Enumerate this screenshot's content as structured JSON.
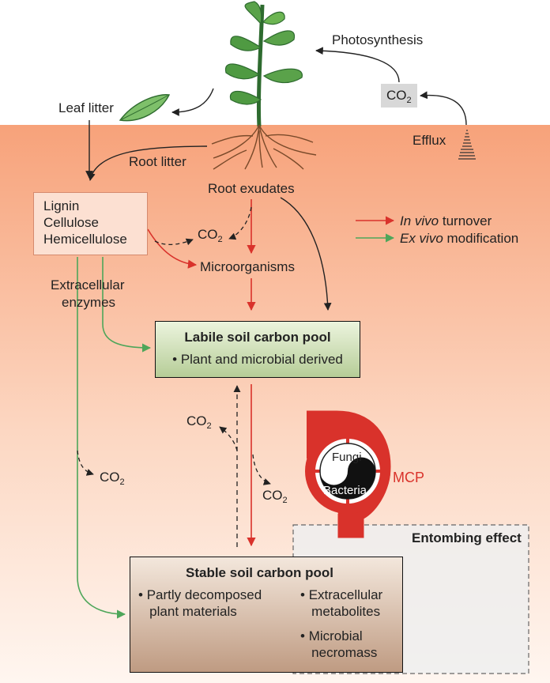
{
  "photosynthesis": "Photosynthesis",
  "co2_atm": {
    "main": "CO",
    "sub": "2"
  },
  "efflux": "Efflux",
  "leaf_litter": "Leaf litter",
  "root_litter": "Root litter",
  "root_exudates": "Root exudates",
  "lignin_box": [
    "Lignin",
    "Cellulose",
    "Hemicellulose"
  ],
  "co2_micro": {
    "main": "CO",
    "sub": "2"
  },
  "microorganisms": "Microorganisms",
  "extracellular_enzymes": [
    "Extracellular",
    "enzymes"
  ],
  "legend": {
    "in_vivo": {
      "italic": "In vivo",
      "rest": " turnover",
      "color": "#d9322b"
    },
    "ex_vivo": {
      "italic": "Ex vivo",
      "rest": " modification",
      "color": "#4ea65a"
    }
  },
  "labile_pool": {
    "title": "Labile soil carbon pool",
    "bullet": "Plant and microbial derived"
  },
  "co2_labile": {
    "main": "CO",
    "sub": "2"
  },
  "co2_left": {
    "main": "CO",
    "sub": "2"
  },
  "co2_stable": {
    "main": "CO",
    "sub": "2"
  },
  "mcp": {
    "label": "MCP",
    "fungi": "Fungi",
    "bacteria": "Bacteria",
    "color": "#d9322b"
  },
  "entombing_effect": "Entombing effect",
  "stable_pool": {
    "title": "Stable soil carbon pool",
    "bullets_left": [
      "Partly decomposed",
      "plant materials"
    ],
    "bullets_right_1": [
      "Extracellular",
      "metabolites"
    ],
    "bullets_right_2": [
      "Microbial",
      "necromass"
    ]
  },
  "colors": {
    "soil_top": "#f7a27a",
    "soil_bottom": "#fff6f0",
    "arrow_dark": "#222222"
  }
}
